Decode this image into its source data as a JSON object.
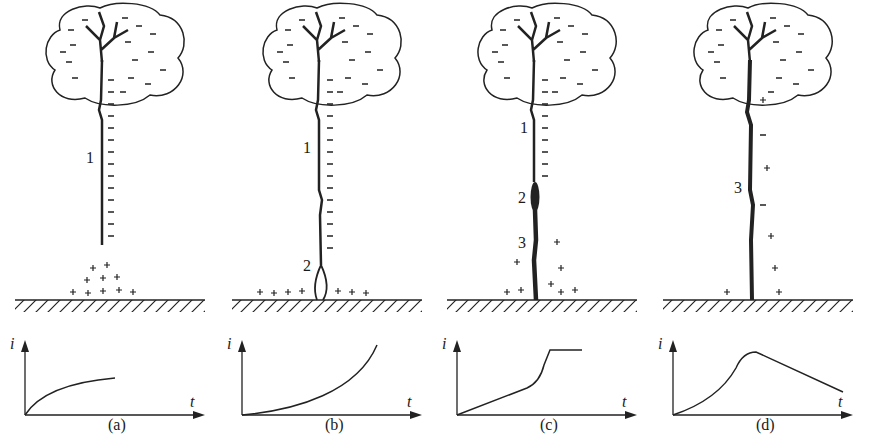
{
  "diagram": {
    "labels": [
      "1",
      "i",
      "t",
      "(a)",
      "1",
      "2",
      "i",
      "t",
      "(b)",
      "1",
      "2",
      "3",
      "i",
      "t",
      "(c)",
      "3",
      "i",
      "t",
      "(d)"
    ]
  }
}
